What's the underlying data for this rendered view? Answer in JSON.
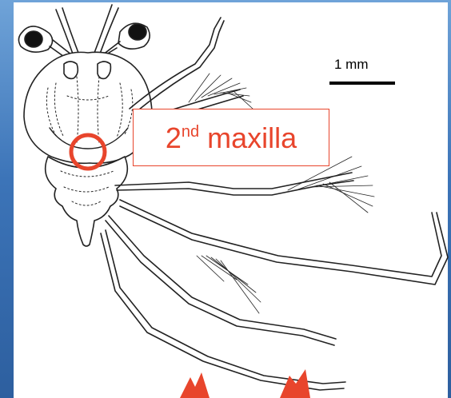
{
  "scale_bar": {
    "label": "1 mm"
  },
  "callout": {
    "ordinal": "2",
    "ordinal_suffix": "nd",
    "text": "maxilla"
  },
  "colors": {
    "highlight": "#e8452c",
    "ink": "#222222",
    "background": "#3c74b8"
  },
  "arrows": {
    "count": 2,
    "direction": "up"
  }
}
